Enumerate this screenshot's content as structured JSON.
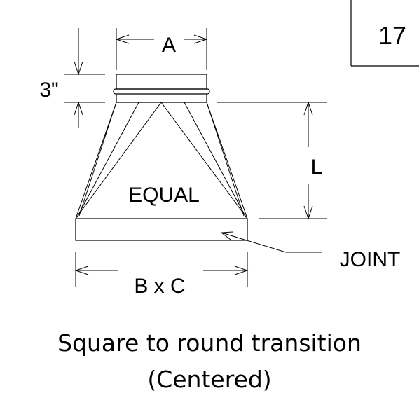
{
  "labels": {
    "sheet_number": "17",
    "dim_a": "A",
    "dim_3in": "3\"",
    "dim_l": "L",
    "equal": "EQUAL",
    "joint": "JOINT",
    "dim_bc": "B x C"
  },
  "caption": {
    "line1": "Square to round transition",
    "line2": "(Centered)"
  }
}
